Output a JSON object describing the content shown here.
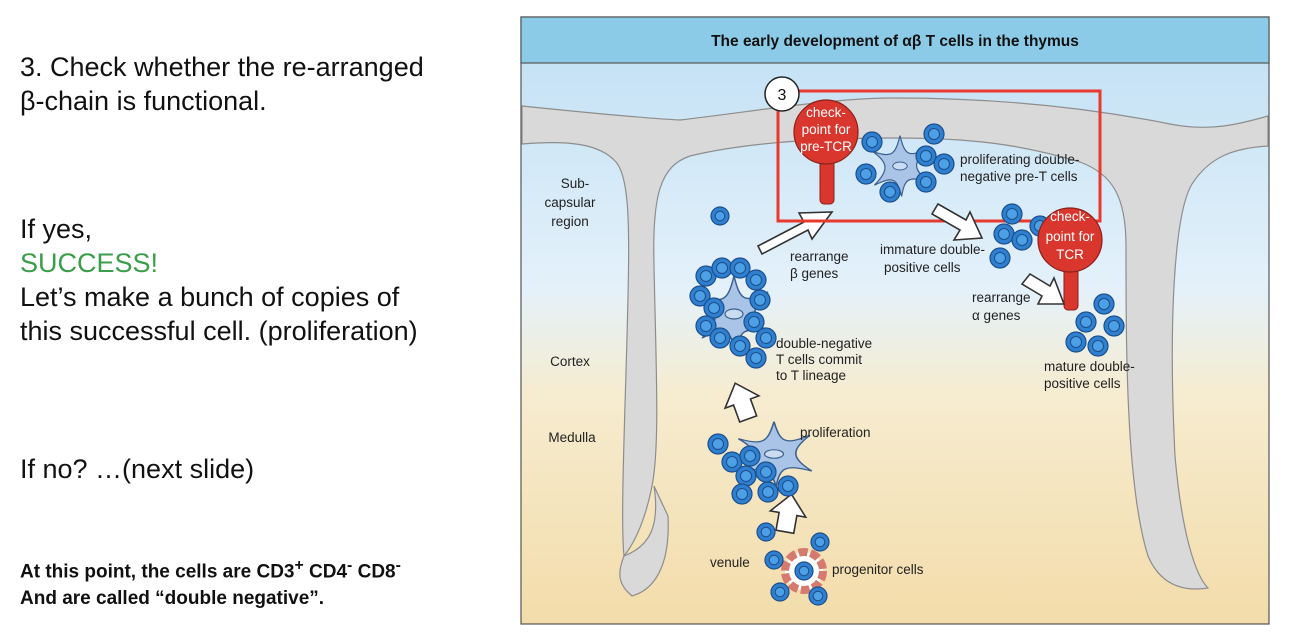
{
  "slide": {
    "step_text": "3. Check whether the re-arranged β-chain is functional.",
    "step_line1": "3. Check whether the re-arranged",
    "step_line2": "β-chain is functional.",
    "if_yes": "If yes,",
    "success": "SUCCESS!",
    "proliferate_line1": "Let’s make a bunch of copies of",
    "proliferate_line2": "this successful cell. (proliferation)",
    "if_no": "If no? …(next slide)",
    "note_line1_a": "At this point, the cells are CD3",
    "note_sup_plus": "+",
    "note_cd4": " CD4",
    "note_sup_minus1": "-",
    "note_cd8": " CD8",
    "note_sup_minus2": "-",
    "note_line2": "And are called “double negative”."
  },
  "figure": {
    "title": "The early development of αβ T cells in the thymus",
    "step_number": "3",
    "regions": {
      "subcapsular_1": "Sub-",
      "subcapsular_2": "capsular",
      "subcapsular_3": "region",
      "cortex": "Cortex",
      "medulla": "Medulla"
    },
    "checkpoint_pre_tcr": [
      "check-",
      "point for",
      "pre-TCR"
    ],
    "checkpoint_tcr": [
      "check-",
      "point for",
      "TCR"
    ],
    "labels": {
      "proliferating_1": "proliferating double-",
      "proliferating_2": "negative pre-T cells",
      "rearrange_b_1": "rearrange",
      "rearrange_b_2": "β genes",
      "immature_1": "immature double-",
      "immature_2": "positive cells",
      "rearrange_a_1": "rearrange",
      "rearrange_a_2": "α genes",
      "dn_commit_1": "double-negative",
      "dn_commit_2": "T cells commit",
      "dn_commit_3": "to T lineage",
      "mature_1": "mature double-",
      "mature_2": "positive cells",
      "proliferation": "proliferation",
      "venule": "venule",
      "progenitor": "progenitor cells"
    },
    "colors": {
      "title_band": "#8ccbe8",
      "cortex_top": "#cfe6f7",
      "medulla": "#f5e2b6",
      "trabecula": "#d9d9d9",
      "cell_blue": "#3a8fd6",
      "checkpoint_red": "#d9372e",
      "highlight_red": "#e8392f"
    }
  }
}
